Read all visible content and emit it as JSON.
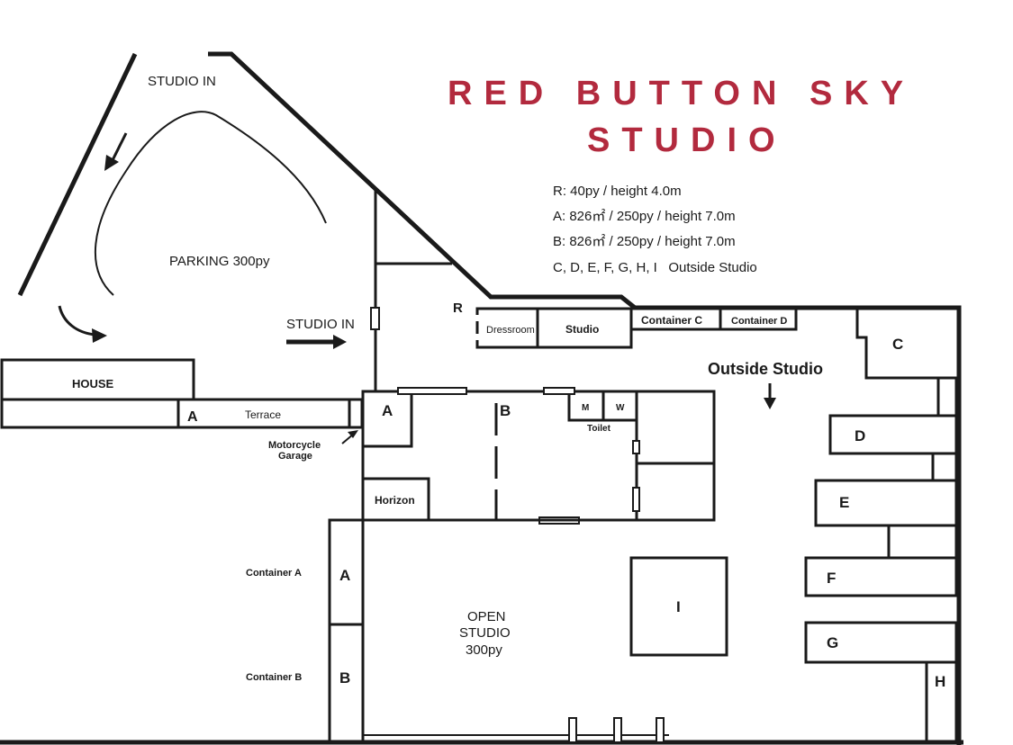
{
  "title": {
    "line1": "RED BUTTON SKY",
    "line2": "STUDIO",
    "color": "#b22a3e"
  },
  "info": {
    "r": "R: 40py / height 4.0m",
    "a": "A: 826㎡ / 250py / height 7.0m",
    "b": "B: 826㎡ / 250py / height 7.0m",
    "outside": "C, D, E, F, G, H, I   Outside Studio"
  },
  "labels": {
    "studio_in_top": "STUDIO IN",
    "parking": "PARKING 300py",
    "studio_in_side": "STUDIO IN",
    "house": "HOUSE",
    "terrace_a": "A",
    "terrace": "Terrace",
    "motorcycle_line1": "Motorcycle",
    "motorcycle_line2": "Garage",
    "r": "R",
    "dressroom": "Dressroom",
    "studio_r": "Studio",
    "container_c": "Container C",
    "container_d": "Container D",
    "outside_studio": "Outside Studio",
    "room_c": "C",
    "room_a": "A",
    "room_b": "B",
    "m": "M",
    "w": "W",
    "toilet": "Toilet",
    "room_d": "D",
    "horizon": "Horizon",
    "room_e": "E",
    "container_a": "Container A",
    "cont_a": "A",
    "room_f": "F",
    "open1": "OPEN",
    "open2": "STUDIO",
    "open3": "300py",
    "room_i": "I",
    "room_g": "G",
    "container_b": "Container B",
    "cont_b": "B",
    "room_h": "H"
  }
}
